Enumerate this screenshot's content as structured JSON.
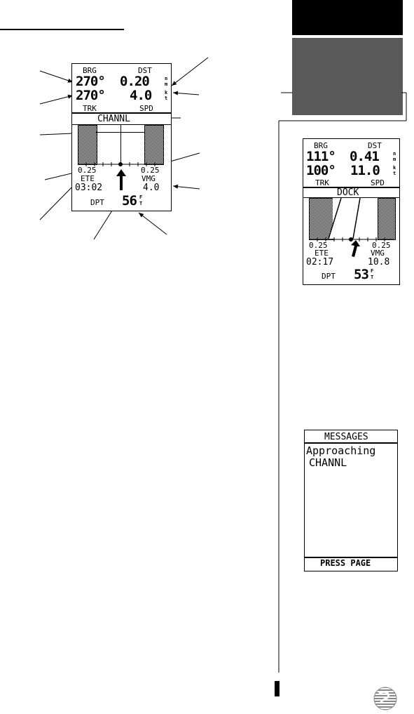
{
  "main_screen": {
    "brg_label": "BRG",
    "dst_label": "DST",
    "bearing": "270°",
    "distance": "0.20",
    "dst_unit_top": "n",
    "dst_unit_bottom": "m",
    "track": "270°",
    "speed": "4.0",
    "spd_unit_top": "k",
    "spd_unit_bottom": "t",
    "trk_label": "TRK",
    "spd_label": "SPD",
    "waypoint": "CHANNL",
    "scale_left": "0.25",
    "scale_right": "0.25",
    "ete_label": "ETE",
    "vmg_label": "VMG",
    "ete_value": "03:02",
    "vmg_value": "4.0",
    "dpt_label": "DPT",
    "depth": "56",
    "depth_unit_top": "F",
    "depth_unit_bottom": "T"
  },
  "side_screen": {
    "brg_label": "BRG",
    "dst_label": "DST",
    "bearing": "111°",
    "distance": "0.41",
    "dst_unit_top": "n",
    "dst_unit_bottom": "m",
    "track": "100°",
    "speed": "11.0",
    "spd_unit_top": "k",
    "spd_unit_bottom": "t",
    "trk_label": "TRK",
    "spd_label": "SPD",
    "waypoint": "DOCK",
    "scale_left": "0.25",
    "scale_right": "0.25",
    "ete_label": "ETE",
    "vmg_label": "VMG",
    "ete_value": "02:17",
    "vmg_value": "10.8",
    "dpt_label": "DPT",
    "depth": "53",
    "depth_unit_top": "F",
    "depth_unit_bottom": "T"
  },
  "messages_screen": {
    "title": "MESSAGES",
    "line1": "Approaching",
    "line2": "CHANNL",
    "footer": "PRESS PAGE"
  },
  "colors": {
    "tab_dark": "#000000",
    "tab_gray": "#5a5a5a",
    "ink": "#000000"
  }
}
